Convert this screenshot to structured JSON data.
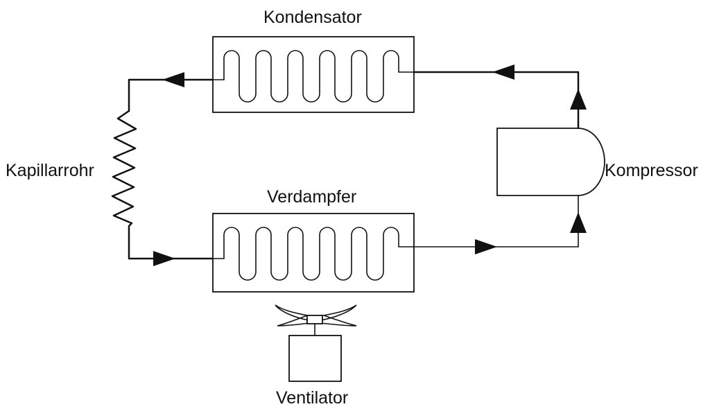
{
  "diagram": {
    "labels": {
      "condenser": "Kondensator",
      "capillary_tube": "Kapillarrohr",
      "evaporator": "Verdampfer",
      "compressor": "Kompressor",
      "fan": "Ventilator"
    },
    "colors": {
      "line": "#111111",
      "background": "#ffffff"
    }
  }
}
